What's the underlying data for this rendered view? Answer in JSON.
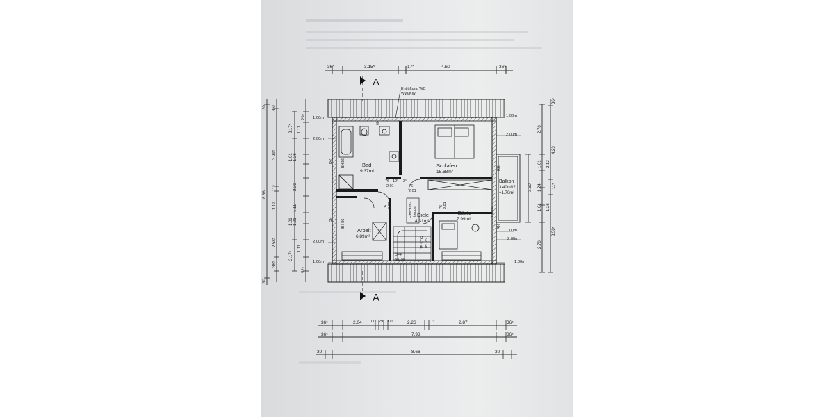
{
  "section_marker": "A",
  "dims_top": [
    "36⁵",
    "3.15⁵",
    "17⁵",
    "4.60",
    "36⁵"
  ],
  "dims_bottom_1": [
    "36⁵",
    "2.04",
    "11⁵",
    "29⁵",
    "17⁵",
    "2.26",
    "17⁵",
    "2.87",
    "36⁵"
  ],
  "dims_bottom_2": [
    "36⁵",
    "7.93",
    "36⁵"
  ],
  "dims_bottom_3": [
    "30",
    "8.66",
    "30"
  ],
  "dims_left_outer": [
    "30",
    "8.66",
    "30"
  ],
  "dims_left_mid": [
    "36⁵",
    "3.99⁵",
    "11⁵",
    "1.12",
    "2.58⁵",
    "36⁵"
  ],
  "dims_left_inner": [
    "29⁵",
    "2.17⁵",
    "1.01",
    "1.26",
    "1.01",
    "2.29",
    "1.11",
    "1.01",
    "1.26",
    "2.17⁵",
    "52⁵"
  ],
  "dims_left_small": [
    "1.11",
    "1.11"
  ],
  "dims_right_outer": [
    "36⁵",
    "4.23",
    "11⁵",
    "3.58⁵"
  ],
  "dims_right_inner": [
    "2.70",
    "1.01",
    "2.12",
    "1.24",
    "1.01",
    "1.26",
    "2.70"
  ],
  "dims_right_balkon": "3.50",
  "ventilation_label": [
    "Entlüftung WC",
    "WW/KW"
  ],
  "height_marks": [
    "1.00m",
    "2.00m"
  ],
  "rooms": {
    "bad": {
      "name": "Bad",
      "area": "9.37m²"
    },
    "schlafen": {
      "name": "Schlafen",
      "area": "15.68m²"
    },
    "balkon": {
      "name": "Balkon",
      "area": "3.40m²/2",
      "area2": "=1.70m²"
    },
    "arbeit": {
      "name": "Arbeit",
      "area": "6.89m²"
    },
    "diele": {
      "name": "Diele",
      "area": "4.31m²"
    },
    "gaeste": {
      "name": "Gäste",
      "area": "7.99m²"
    }
  },
  "door_dims": [
    "76",
    "2.01",
    "76",
    "2.01",
    "76",
    "2.01",
    "76",
    "2.01",
    "12⁵",
    "2⁵"
  ],
  "window_labels": [
    "BH 86",
    "BH 86",
    "RK",
    "RK",
    "RK",
    "RK",
    "60"
  ],
  "stair_label": [
    "Einschub-",
    "treppe"
  ],
  "stair_steps": "15 STG",
  "stair_ratio": "18⁷/26",
  "floor_hatch": [
    "DFF",
    "66x98"
  ]
}
